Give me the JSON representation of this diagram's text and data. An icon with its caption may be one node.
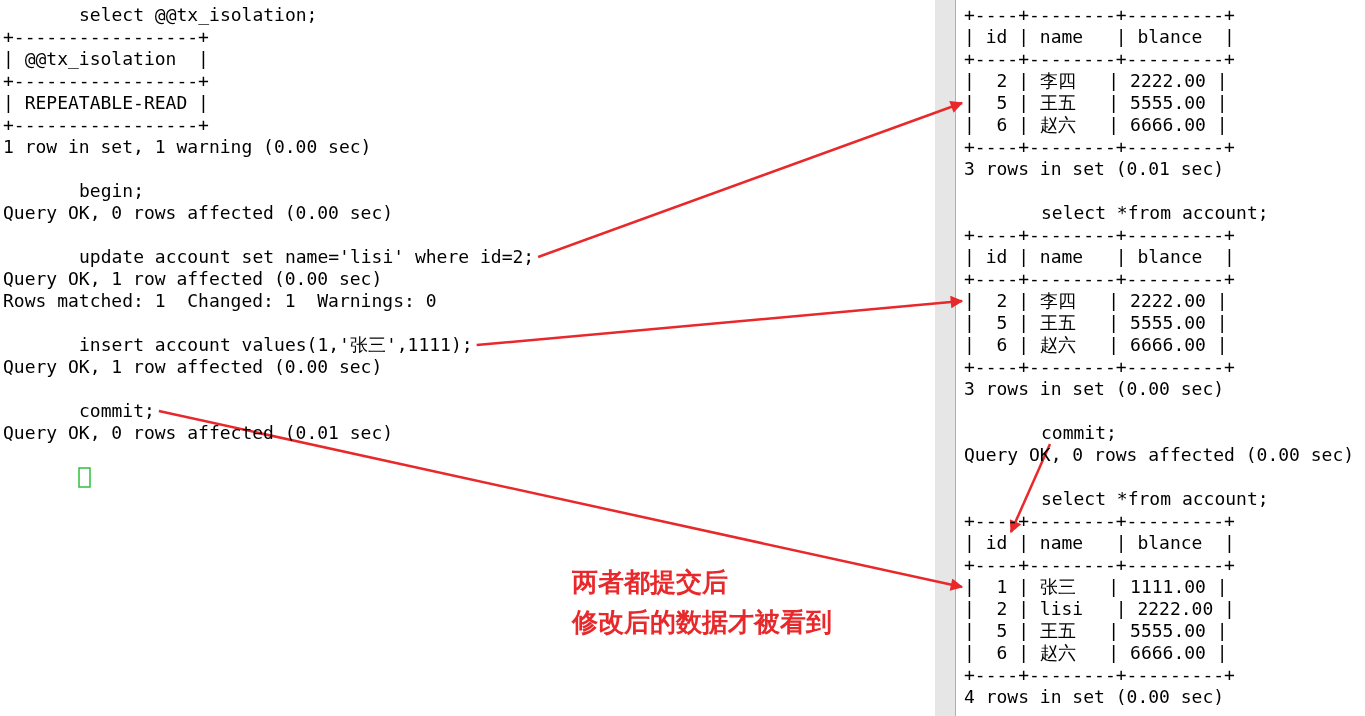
{
  "diagram": {
    "nodes": [
      {
        "text": [
          "update account set name='lisi' where id=2;"
        ]
      },
      {
        "text": [
          "insert account values(1,'张三',1111);"
        ]
      },
      {
        "text": [
          "commit;"
        ]
      },
      {
        "text": [
          "|  5 | 王五   | 5555.00 |"
        ]
      },
      {
        "text": [
          "|  2 | 李四   | 2222.00 |"
        ]
      },
      {
        "text": [
          "commit;"
        ]
      },
      {
        "text": [
          "| id | name   | blance  |"
        ]
      },
      {
        "text": [
          "|  1 | 张三   | 1111.00 |"
        ]
      }
    ],
    "edges": [
      {
        "from": 0,
        "to": 3,
        "arrow": "to"
      },
      {
        "from": 1,
        "to": 4,
        "arrow": "to"
      },
      {
        "from": 2,
        "to": 7,
        "arrow": "to"
      },
      {
        "from": 5,
        "to": 6,
        "arrow": "to"
      }
    ],
    "labels": [
      "select @@tx_isolation;",
      "+-----------------+",
      "| @@tx_isolation  |",
      "+-----------------+",
      "| REPEATABLE-READ |",
      "+-----------------+",
      "1 row in set, 1 warning (0.00 sec)",
      "begin;",
      "Query OK, 0 rows affected (0.00 sec)",
      "Query OK, 1 row affected (0.00 sec)",
      "Rows matched: 1  Changed: 1  Warnings: 0",
      "Query OK, 1 row affected (0.00 sec)",
      "Query OK, 0 rows affected (0.01 sec)",
      "两者都提交后",
      "修改后的数据才被看到",
      "+----+--------+---------+",
      "| id | name   | blance  |",
      "+----+--------+---------+",
      "|  2 | 李四   | 2222.00 |",
      "|  6 | 赵六   | 6666.00 |",
      "+----+--------+---------+",
      "3 rows in set (0.01 sec)",
      "select *from account;",
      "+----+--------+---------+",
      "| id | name   | blance  |",
      "+----+--------+---------+",
      "|  5 | 王五   | 5555.00 |",
      "|  6 | 赵六   | 6666.00 |",
      "+----+--------+---------+",
      "3 rows in set (0.00 sec)",
      "Query OK, 0 rows affected (0.00 sec)",
      "select *from account;",
      "+----+--------+---------+",
      "+----+--------+---------+",
      "|  2 | lisi   | 2222.00 |",
      "|  5 | 王五   | 5555.00 |",
      "|  6 | 赵六   | 6666.00 |",
      "+----+--------+---------+",
      "4 rows in set (0.00 sec)"
    ]
  }
}
